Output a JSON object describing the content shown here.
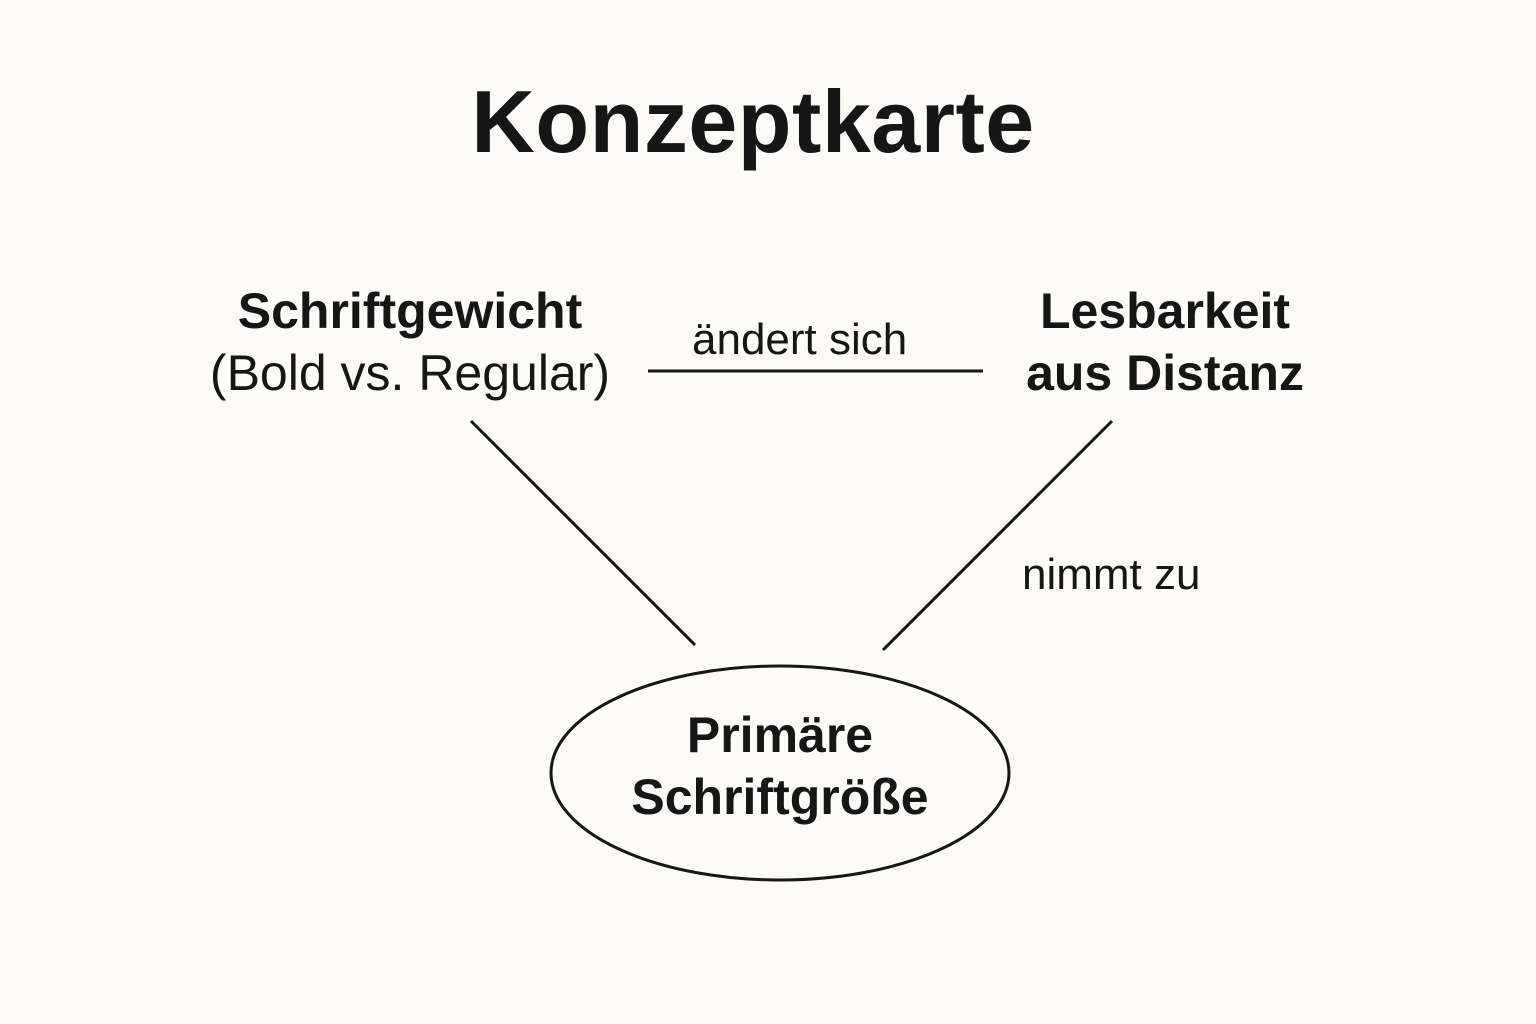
{
  "title": "Konzeptkarte",
  "nodes": {
    "left": {
      "line1": "Schriftgewicht",
      "line2": "(Bold vs. Regular)"
    },
    "right": {
      "line1": "Lesbarkeit",
      "line2": "aus Distanz"
    },
    "center": {
      "line1": "Primäre",
      "line2": "Schriftgröße"
    }
  },
  "edges": {
    "left_right": "ändert sich",
    "right_center": "nimmt zu"
  },
  "colors": {
    "background": "#fcfbf7",
    "ink": "#161616"
  }
}
